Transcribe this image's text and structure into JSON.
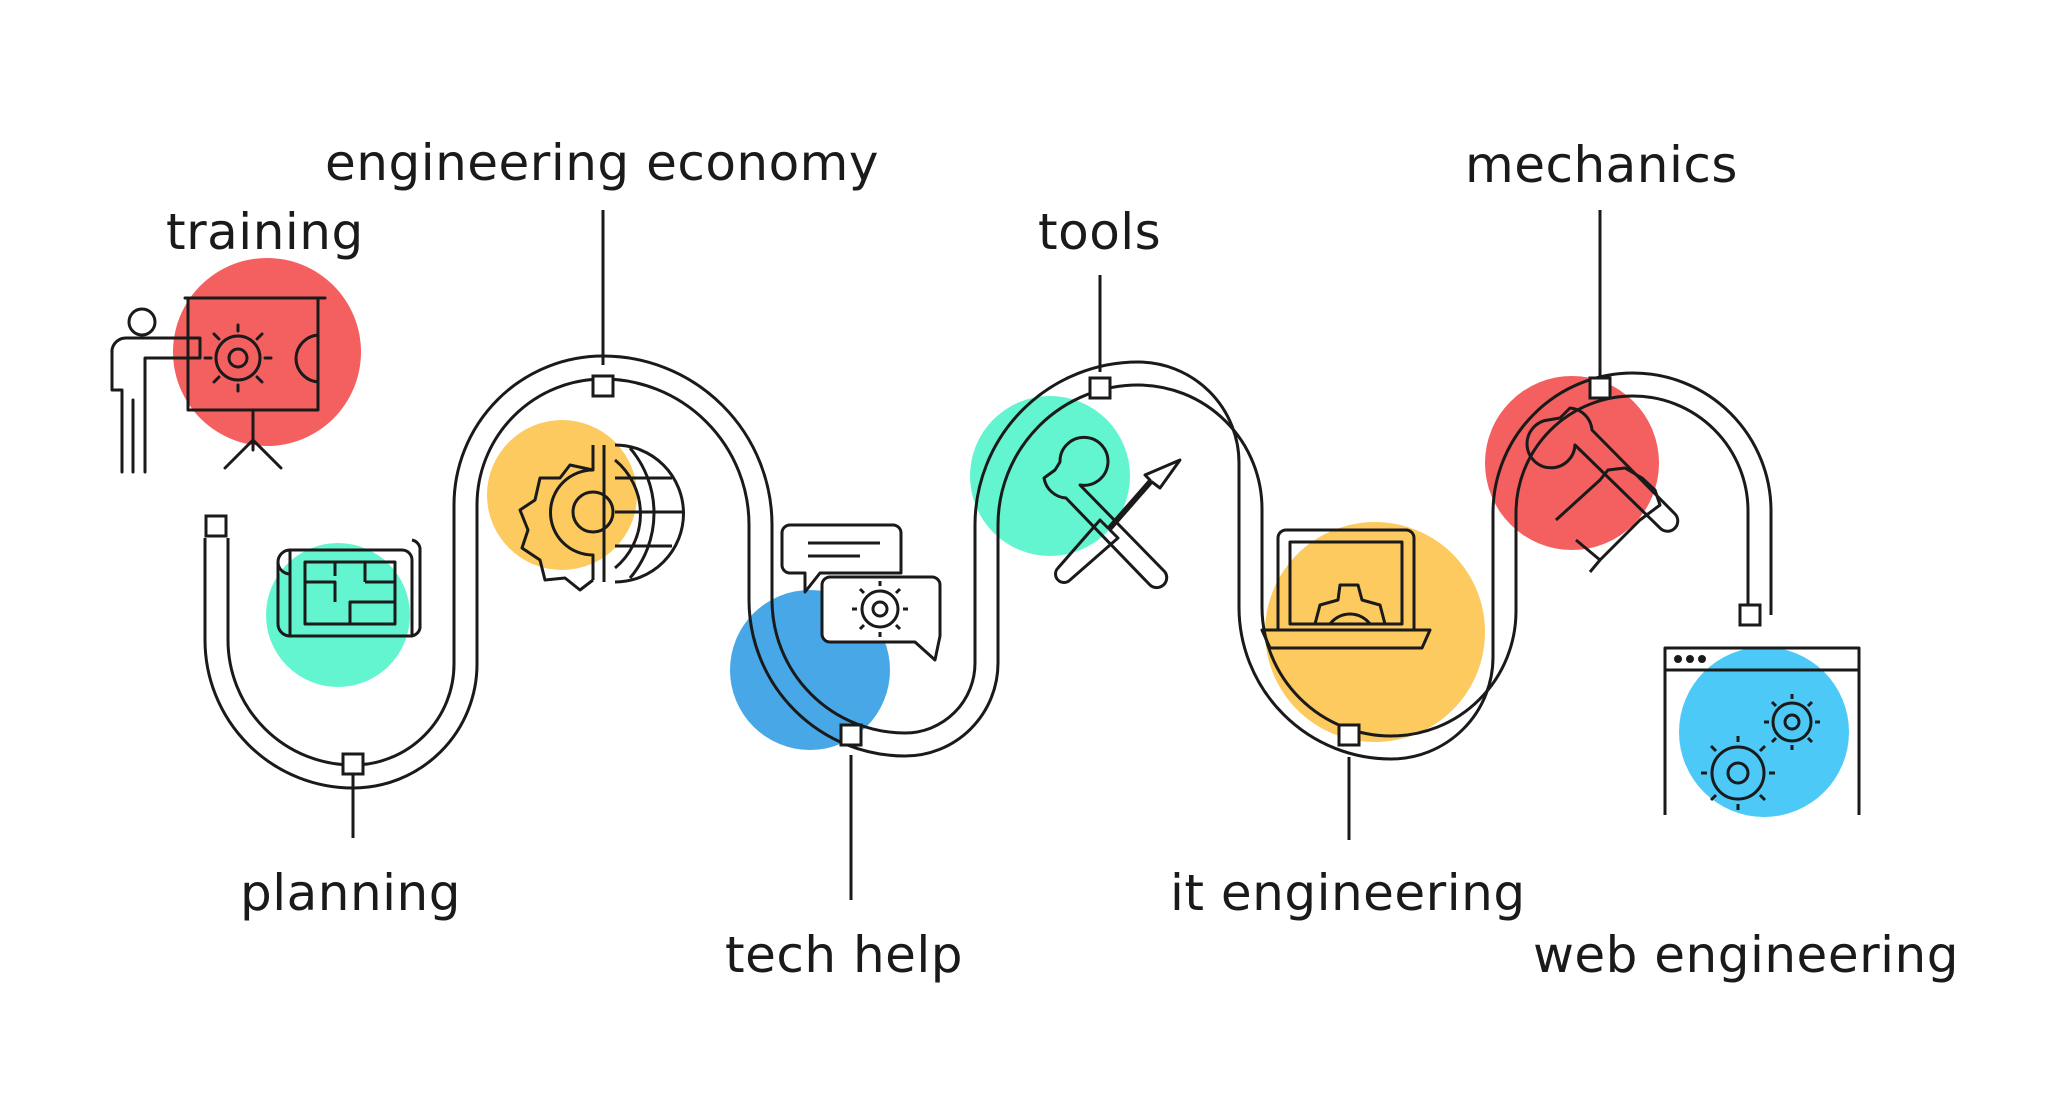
{
  "labels": {
    "training": "training",
    "planning": "planning",
    "engineering_economy": "engineering economy",
    "tech_help": "tech help",
    "tools": "tools",
    "it_engineering": "it engineering",
    "mechanics": "mechanics",
    "web_engineering": "web engineering"
  },
  "icons": {
    "training": "presentation-board-icon",
    "planning": "blueprint-icon",
    "engineering_economy": "gear-globe-icon",
    "tech_help": "chat-gear-icon",
    "tools": "wrench-screwdriver-icon",
    "it_engineering": "laptop-gear-icon",
    "mechanics": "hand-wrench-icon",
    "web_engineering": "browser-gears-icon"
  },
  "colors": {
    "line": "#1a1a1a",
    "red": "#f4605f",
    "green": "#63f5cf",
    "yellow": "#fcca5e",
    "blue": "#48a7e6",
    "sky": "#4cc9f7"
  }
}
